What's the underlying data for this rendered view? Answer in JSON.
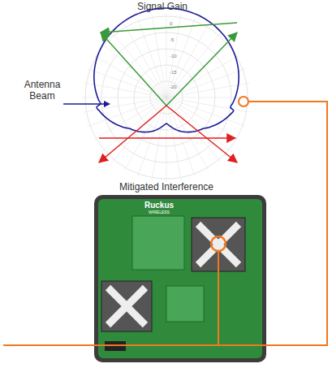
{
  "diagram": {
    "labels": [
      "Signal Gain",
      "Antenna Beam",
      "Mitigated Interference",
      "0",
      "-5",
      "-10",
      "-15",
      "-20",
      "Ruckus",
      "WIRELESS"
    ]
  }
}
